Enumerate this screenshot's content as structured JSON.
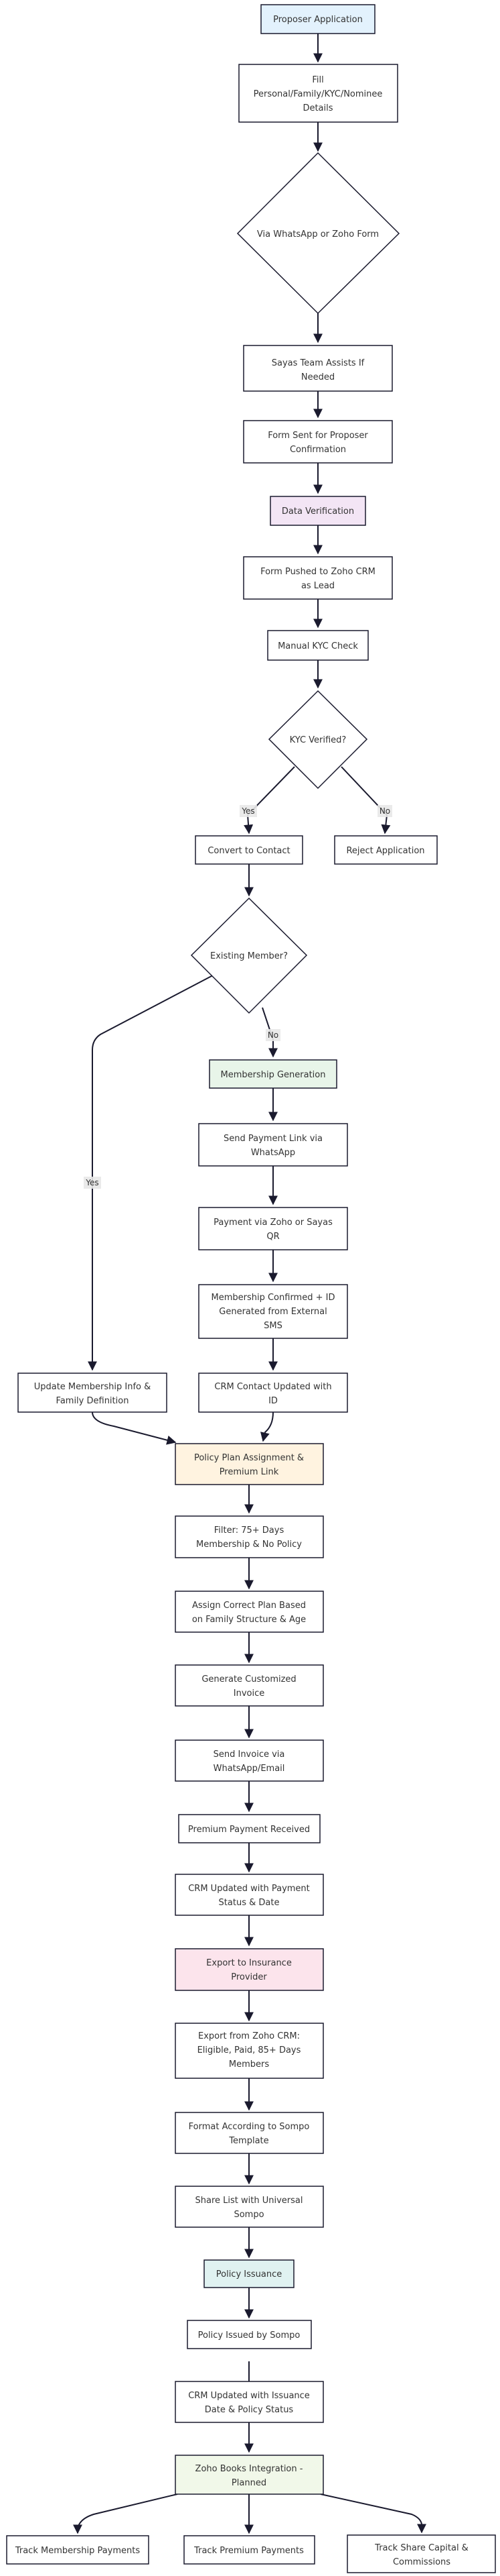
{
  "flowchart": {
    "nodes": {
      "proposer_application": "Proposer Application",
      "fill_details": [
        "Fill",
        "Personal/Family/KYC/Nominee",
        "Details"
      ],
      "via_whatsapp": "Via WhatsApp or Zoho Form",
      "sayas_assists": [
        "Sayas Team Assists If",
        "Needed"
      ],
      "form_sent": [
        "Form Sent for Proposer",
        "Confirmation"
      ],
      "data_verification": "Data Verification",
      "form_pushed": [
        "Form Pushed to Zoho CRM",
        "as Lead"
      ],
      "manual_kyc": "Manual KYC Check",
      "kyc_verified": "KYC Verified?",
      "convert_contact": "Convert to Contact",
      "reject_application": "Reject Application",
      "existing_member": "Existing Member?",
      "update_membership": [
        "Update Membership Info &",
        "Family Definition"
      ],
      "membership_generation": "Membership Generation",
      "send_payment_link": [
        "Send Payment Link via",
        "WhatsApp"
      ],
      "payment_via": [
        "Payment via Zoho or Sayas",
        "QR"
      ],
      "membership_confirmed": [
        "Membership Confirmed + ID",
        "Generated from External",
        "SMS"
      ],
      "crm_contact_updated": [
        "CRM Contact Updated with",
        "ID"
      ],
      "policy_plan": [
        "Policy Plan Assignment &",
        "Premium Link"
      ],
      "filter": [
        "Filter: 75+ Days",
        "Membership & No Policy"
      ],
      "assign_plan": [
        "Assign Correct Plan Based",
        "on Family Structure & Age"
      ],
      "generate_invoice": [
        "Generate Customized",
        "Invoice"
      ],
      "send_invoice": [
        "Send Invoice via",
        "WhatsApp/Email"
      ],
      "premium_received": "Premium Payment Received",
      "crm_payment": [
        "CRM Updated with Payment",
        "Status & Date"
      ],
      "export_insurance": [
        "Export to Insurance",
        "Provider"
      ],
      "export_zoho": [
        "Export from Zoho CRM:",
        "Eligible, Paid, 85+ Days",
        "Members"
      ],
      "format_sompo": [
        "Format According to Sompo",
        "Template"
      ],
      "share_list": [
        "Share List with Universal",
        "Sompo"
      ],
      "policy_issuance": "Policy Issuance",
      "policy_issued": "Policy Issued by Sompo",
      "crm_issuance": [
        "CRM Updated with Issuance",
        "Date & Policy Status"
      ],
      "zoho_books": [
        "Zoho Books Integration -",
        "Planned"
      ],
      "track_membership": "Track Membership Payments",
      "track_premium": "Track Premium Payments",
      "track_share": [
        "Track Share Capital &",
        "Commissions"
      ]
    },
    "edge_labels": {
      "yes": "Yes",
      "no": "No"
    },
    "colors": {
      "stroke": "#1a1a2e",
      "text": "#333333",
      "default_fill": "#ffffff",
      "proposer_fill": "#e3f2fd",
      "verification_fill": "#f3e5f5",
      "membership_fill": "#e8f5e9",
      "policy_plan_fill": "#fff3e0",
      "export_fill": "#fce4ec",
      "issuance_fill": "#e0f2f1",
      "books_fill": "#f1f8e9"
    }
  }
}
